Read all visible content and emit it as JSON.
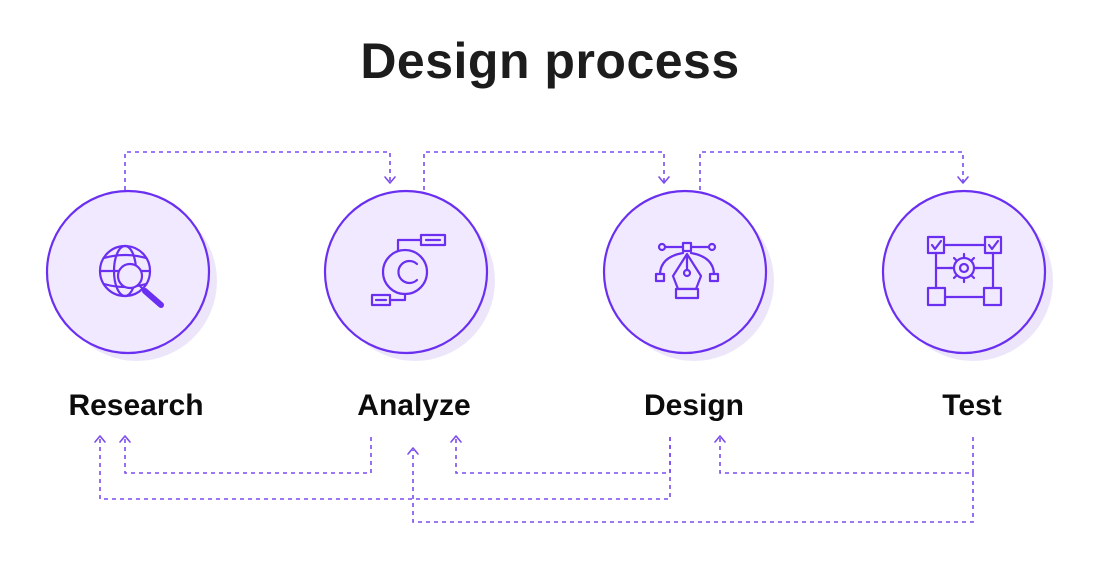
{
  "title": "Design process",
  "steps": [
    {
      "label": "Research",
      "icon": "globe-search-icon"
    },
    {
      "label": "Analyze",
      "icon": "target-flow-icon"
    },
    {
      "label": "Design",
      "icon": "pen-tool-icon"
    },
    {
      "label": "Test",
      "icon": "gear-flowchart-icon"
    }
  ],
  "colors": {
    "accent": "#6a2ff0",
    "connector": "#7b4cf0",
    "circle_fill": "#f1e9ff",
    "shadow": "#ede6fb",
    "title": "#1c1c1c"
  }
}
